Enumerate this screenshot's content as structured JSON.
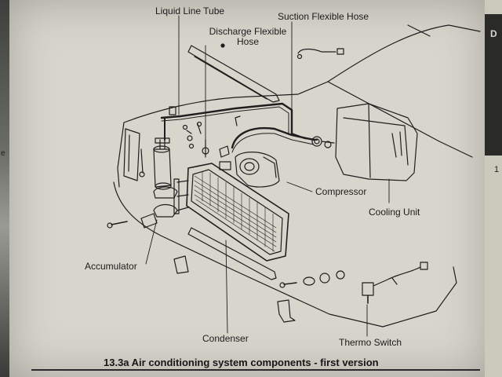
{
  "diagram": {
    "caption": "13.3a  Air conditioning system components - first version",
    "labels": {
      "liquid_line_tube": "Liquid Line Tube",
      "suction_flexible_hose": "Suction Flexible Hose",
      "discharge_flexible_hose_line1": "Discharge Flexible",
      "discharge_flexible_hose_line2": "Hose",
      "compressor": "Compressor",
      "cooling_unit": "Cooling Unit",
      "accumulator": "Accumulator",
      "condenser": "Condenser",
      "thermo_switch": "Thermo Switch"
    },
    "edge_fragments": {
      "left": "e",
      "right_top": "D",
      "right_mid": "1"
    }
  }
}
